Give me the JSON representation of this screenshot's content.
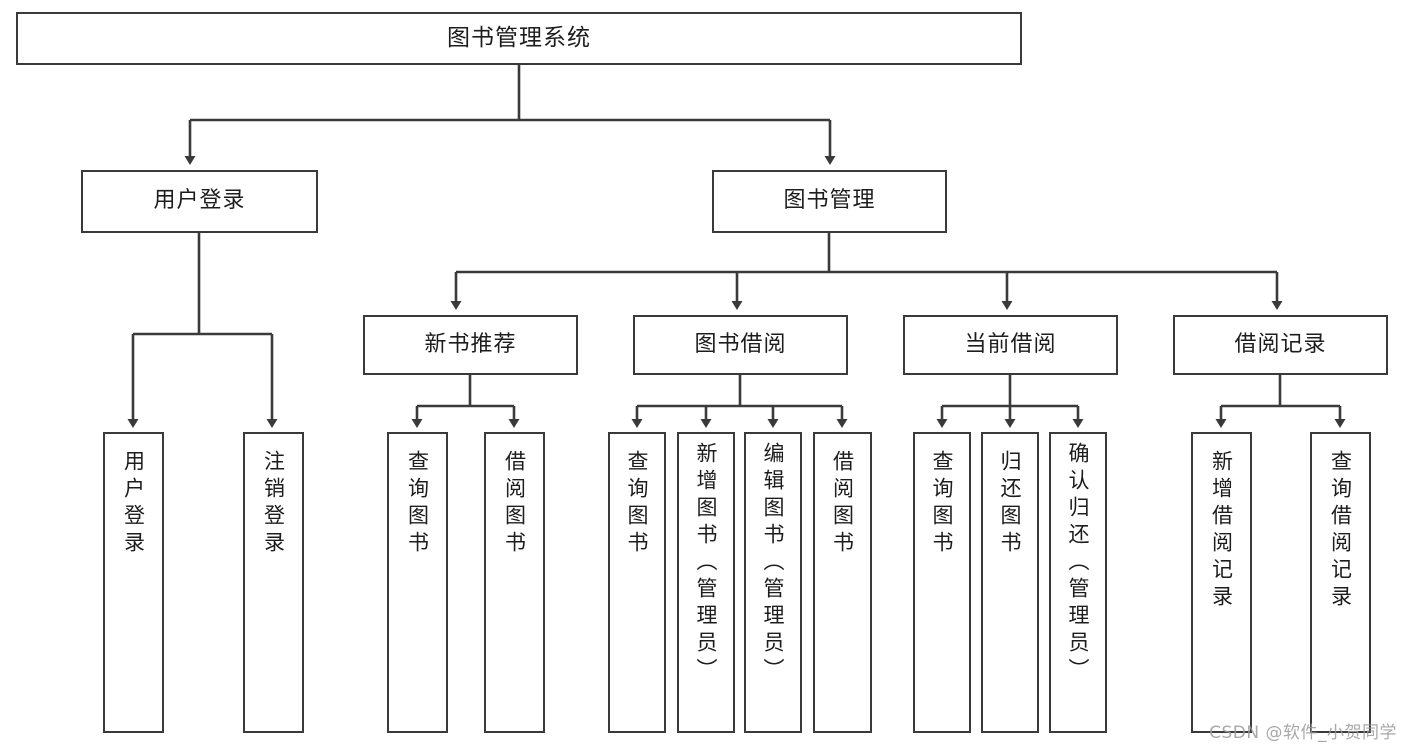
{
  "diagram": {
    "title": "图书管理系统",
    "type": "hierarchy-tree",
    "watermark": "CSDN @软件_小贺同学",
    "colors": {
      "stroke": "#3a3a3a",
      "fill": "#ffffff",
      "text": "#1d1d1d",
      "watermark": "#9a9a9a"
    },
    "levels": {
      "root": {
        "label": "图书管理系统"
      },
      "level2": [
        {
          "label": "用户登录"
        },
        {
          "label": "图书管理"
        }
      ],
      "level3": [
        {
          "label": "新书推荐"
        },
        {
          "label": "图书借阅"
        },
        {
          "label": "当前借阅"
        },
        {
          "label": "借阅记录"
        }
      ],
      "leaves": {
        "user_login": [
          {
            "label": "用户登录"
          },
          {
            "label": "注销登录"
          }
        ],
        "new_book": [
          {
            "label": "查询图书"
          },
          {
            "label": "借阅图书"
          }
        ],
        "book_borrow": [
          {
            "label": "查询图书"
          },
          {
            "label": "新增图书（管理员）"
          },
          {
            "label": "编辑图书（管理员）"
          },
          {
            "label": "借阅图书"
          }
        ],
        "current_borrow": [
          {
            "label": "查询图书"
          },
          {
            "label": "归还图书"
          },
          {
            "label": "确认归还（管理员）"
          }
        ],
        "borrow_record": [
          {
            "label": "新增借阅记录"
          },
          {
            "label": "查询借阅记录"
          }
        ]
      }
    }
  }
}
